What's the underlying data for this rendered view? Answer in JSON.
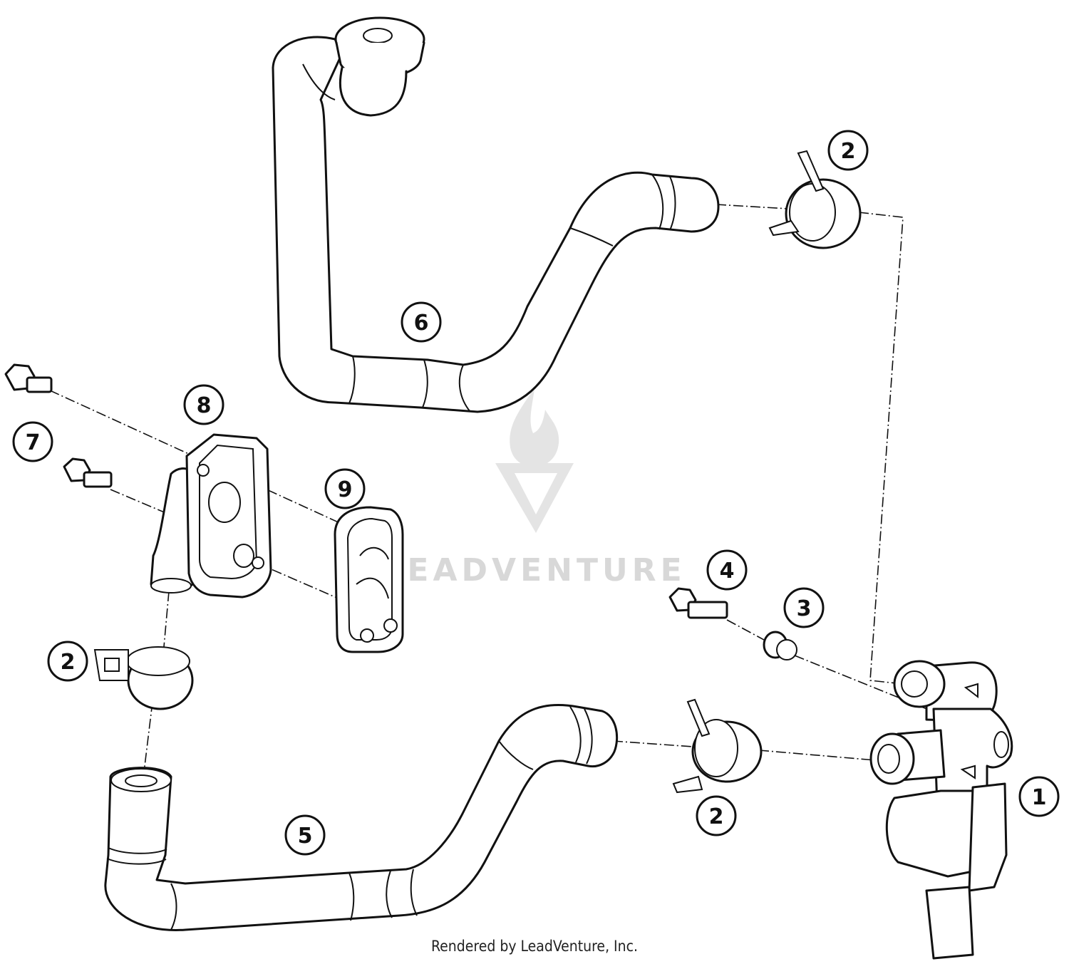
{
  "watermark": {
    "text": "LEADVENTURE"
  },
  "callouts": [
    {
      "id": "callout-1",
      "label": "1"
    },
    {
      "id": "callout-2-top",
      "label": "2"
    },
    {
      "id": "callout-2-left",
      "label": "2"
    },
    {
      "id": "callout-2-bottom",
      "label": "2"
    },
    {
      "id": "callout-3",
      "label": "3"
    },
    {
      "id": "callout-4",
      "label": "4"
    },
    {
      "id": "callout-5",
      "label": "5"
    },
    {
      "id": "callout-6",
      "label": "6"
    },
    {
      "id": "callout-7",
      "label": "7"
    },
    {
      "id": "callout-8",
      "label": "8"
    },
    {
      "id": "callout-9",
      "label": "9"
    }
  ],
  "footer": {
    "credit": "Rendered by LeadVenture, Inc."
  }
}
